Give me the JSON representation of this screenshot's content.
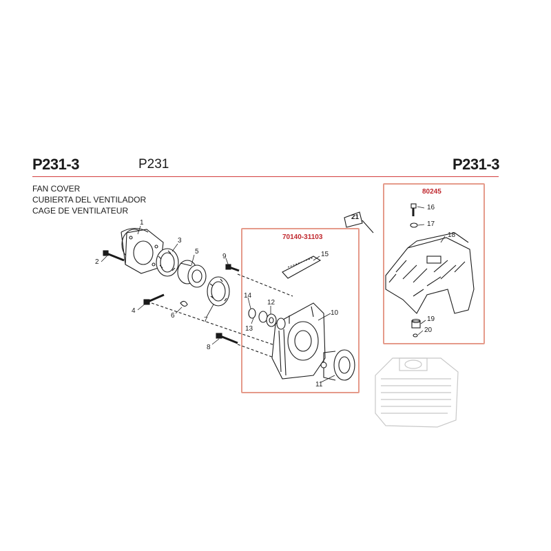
{
  "header": {
    "code_left": "P231-3",
    "model": "P231",
    "code_right": "P231-3"
  },
  "title_lines": [
    "FAN COVER",
    "CUBIERTA DEL VENTILADOR",
    "CAGE DE VENTILATEUR"
  ],
  "kits": {
    "kit_a": "70140-31103",
    "kit_b": "80245"
  },
  "ref_badge": "21",
  "part_numbers": {
    "p1": "1",
    "p2": "2",
    "p3": "3",
    "p4": "4",
    "p5": "5",
    "p6": "6",
    "p7": "7",
    "p8": "8",
    "p9": "9",
    "p10": "10",
    "p11": "11",
    "p12": "12",
    "p13": "13",
    "p14": "14",
    "p15": "15",
    "p16": "16",
    "p17": "17",
    "p18": "18",
    "p19": "19",
    "p20": "20"
  },
  "colors": {
    "accent_red": "#d23c3c",
    "box_border": "#e59a8a",
    "kit_text": "#c0282e",
    "line_art": "#1a1a1a",
    "faded_art": "#c8c8c8"
  }
}
